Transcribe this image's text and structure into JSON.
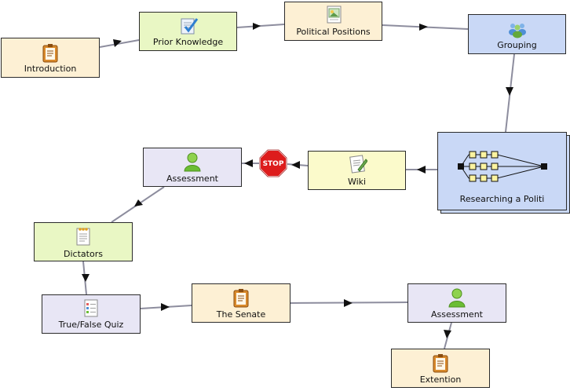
{
  "colors": {
    "tan": "#fdf0d4",
    "green": "#e9f7c4",
    "blue": "#c9d8f6",
    "lavender": "#e8e6f5",
    "yellow": "#fbfacb",
    "stop_red": "#dd1c1c",
    "connector": "#8d8d9e"
  },
  "nodes": {
    "introduction": {
      "label": "Introduction",
      "icon": "notepad-icon",
      "color": "tan"
    },
    "prior": {
      "label": "Prior Knowledge",
      "icon": "checklist-icon",
      "color": "green"
    },
    "positions": {
      "label": "Political Positions",
      "icon": "image-doc-icon",
      "color": "tan"
    },
    "grouping": {
      "label": "Grouping",
      "icon": "group-icon",
      "color": "blue"
    },
    "researching": {
      "label": "Researching a Politi",
      "icon": "branching-icon",
      "color": "blue"
    },
    "wiki": {
      "label": "Wiki",
      "icon": "wiki-doc-icon",
      "color": "yellow"
    },
    "assessment_top": {
      "label": "Assessment",
      "icon": "person-icon",
      "color": "lavender"
    },
    "dictators": {
      "label": "Dictators",
      "icon": "notice-icon",
      "color": "green"
    },
    "truefalse": {
      "label": "True/False Quiz",
      "icon": "quiz-icon",
      "color": "lavender"
    },
    "senate": {
      "label": "The Senate",
      "icon": "notepad-icon",
      "color": "tan"
    },
    "assessment_bot": {
      "label": "Assessment",
      "icon": "person-icon",
      "color": "lavender"
    },
    "extention": {
      "label": "Extention",
      "icon": "notepad-icon",
      "color": "tan"
    }
  },
  "stop_gate": {
    "label": "STOP"
  }
}
